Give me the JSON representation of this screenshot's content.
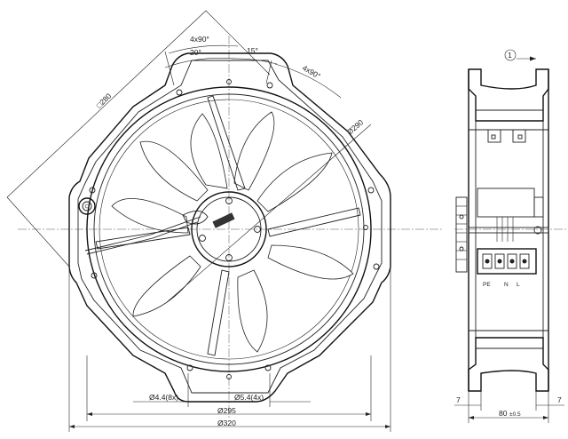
{
  "front_view": {
    "dim_angle_holes": "4x90°",
    "dim_angle_20": "20°",
    "dim_angle_15": "15°",
    "dim_angle_holes_2": "4x90°",
    "dim_square": "□280",
    "dim_diameter_280": "Ø290",
    "dim_hole_small": "Ø4.4(8x)",
    "dim_hole_large": "Ø5.4(4x)",
    "dim_inner_diameter": "Ø295",
    "dim_outer_diameter": "Ø320"
  },
  "side_view": {
    "flow_marker": "1",
    "terminal_pe": "PE",
    "terminal_n": "N",
    "terminal_l": "L",
    "dim_left_flange": "7",
    "dim_depth": "80",
    "dim_depth_tol": "±0.5",
    "dim_right_flange": "7"
  }
}
